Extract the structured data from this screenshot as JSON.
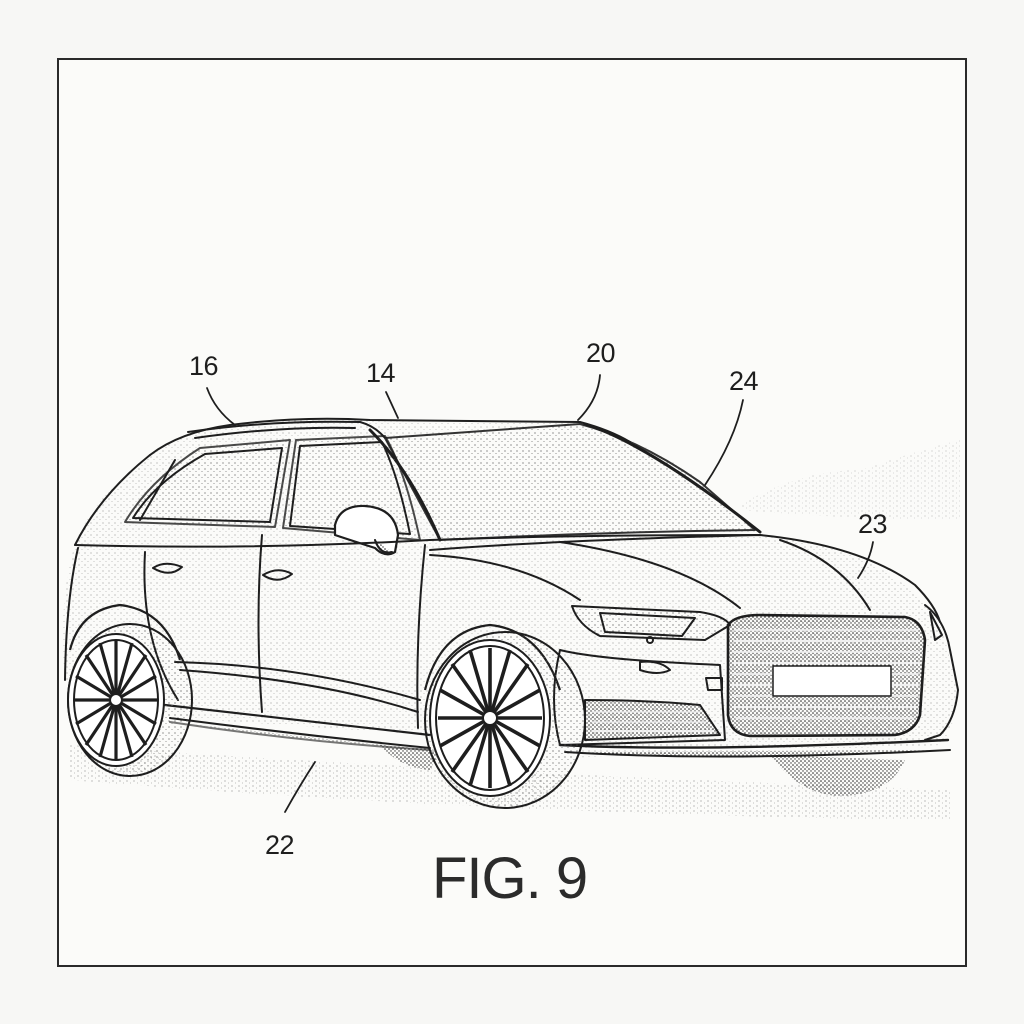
{
  "figure": {
    "caption": "FIG. 9",
    "subject": "hatchback car, front three-quarter view, stippled patent line drawing",
    "colors": {
      "ink": "#1e1e1e",
      "paper": "#fbfbf9",
      "frame": "#2a2a2a"
    }
  },
  "reference_numerals": [
    {
      "id": "16",
      "label": "16",
      "points_to": "roof rail / rear roof"
    },
    {
      "id": "14",
      "label": "14",
      "points_to": "roof"
    },
    {
      "id": "20",
      "label": "20",
      "points_to": "roof front edge"
    },
    {
      "id": "24",
      "label": "24",
      "points_to": "A-pillar / windshield edge"
    },
    {
      "id": "23",
      "label": "23",
      "points_to": "hood"
    },
    {
      "id": "22",
      "label": "22",
      "points_to": "ground surface"
    }
  ]
}
